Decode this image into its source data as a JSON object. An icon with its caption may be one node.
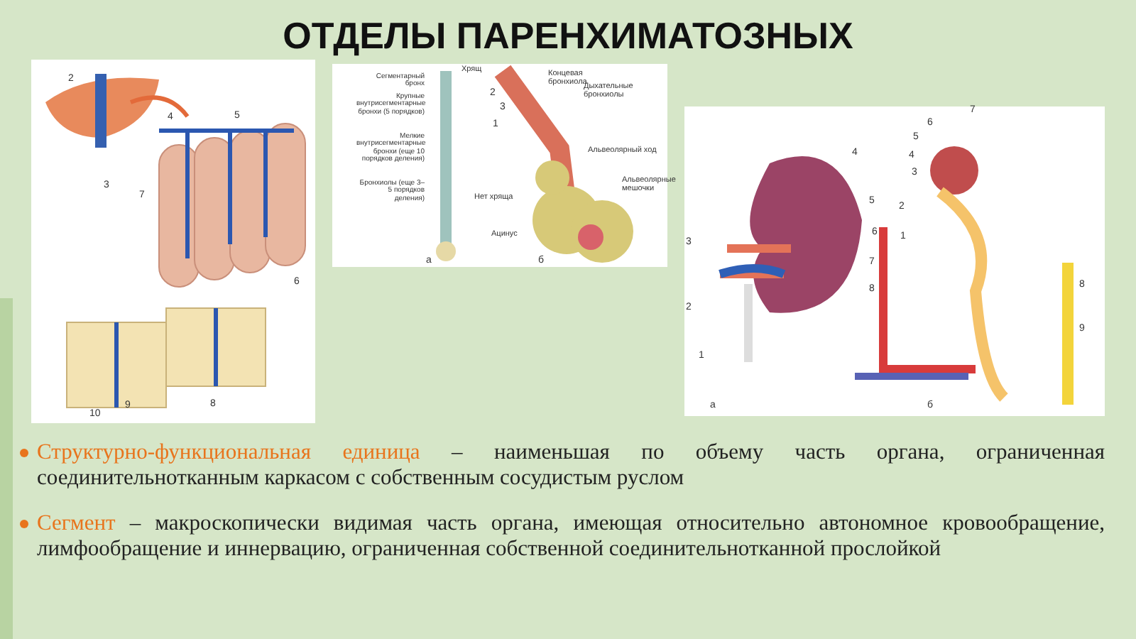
{
  "diagram": {
    "title": "ОТДЕЛЫ ПАРЕНХИМАТОЗНЫХ",
    "labels": [
      "2",
      "3",
      "4",
      "5",
      "7",
      "6",
      "10",
      "9",
      "8",
      "Сегментарный бронх",
      "Хрящ",
      "Крупные внутрисегментарные бронхи (5 порядков)",
      "Мелкие внутрисегментарные бронхи (еще 10 порядков деления)",
      "Бронхиолы (еще 3–5 порядков деления)",
      "Нет хряща",
      "Ацинус",
      "а",
      "Концевая бронхиола",
      "2",
      "3",
      "Дыхательные бронхиолы",
      "1",
      "Альвеолярный ход",
      "Альвеолярные мешочки",
      "б",
      "4",
      "5",
      "6",
      "3",
      "7",
      "2",
      "8",
      "1",
      "а",
      "7",
      "6",
      "5",
      "4",
      "3",
      "2",
      "1",
      "8",
      "9",
      "б",
      "Структурно-функциональная единица – наименьшая по объему часть органа, ограниченная соединительнотканным каркасом с собственным сосудистым руслом",
      "Сегмент – макроскопически видимая часть органа, имеющая относительно автономное кровообращение, лимфообращение и иннервацию, ограниченная собственной соединительнотканной прослойкой"
    ]
  }
}
